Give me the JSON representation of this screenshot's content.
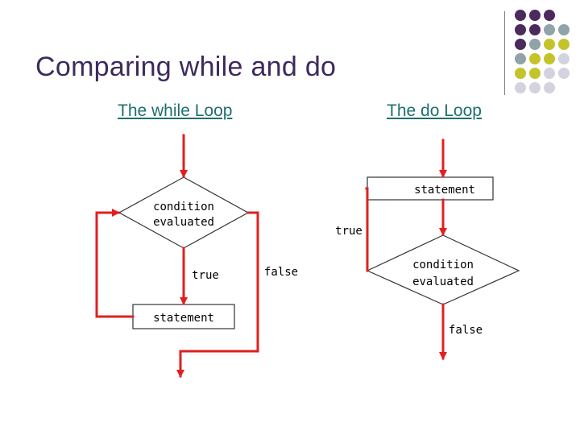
{
  "slide": {
    "title": "Comparing while and do"
  },
  "while_loop": {
    "heading": "The while Loop",
    "condition_line1": "condition",
    "condition_line2": "evaluated",
    "true_label": "true",
    "false_label": "false",
    "statement": "statement"
  },
  "do_loop": {
    "heading": "The do Loop",
    "statement": "statement",
    "true_label": "true",
    "condition_line1": "condition",
    "condition_line2": "evaluated",
    "false_label": "false"
  },
  "colors": {
    "title": "#3d2a5c",
    "heading": "#1f6f6f",
    "arrow": "#e02020",
    "shape_border": "#333333",
    "dot_purple": "#4b2a5e",
    "dot_teal": "#8fa3a8",
    "dot_olive": "#c4c42a",
    "dot_lavender": "#d3d3e0"
  }
}
